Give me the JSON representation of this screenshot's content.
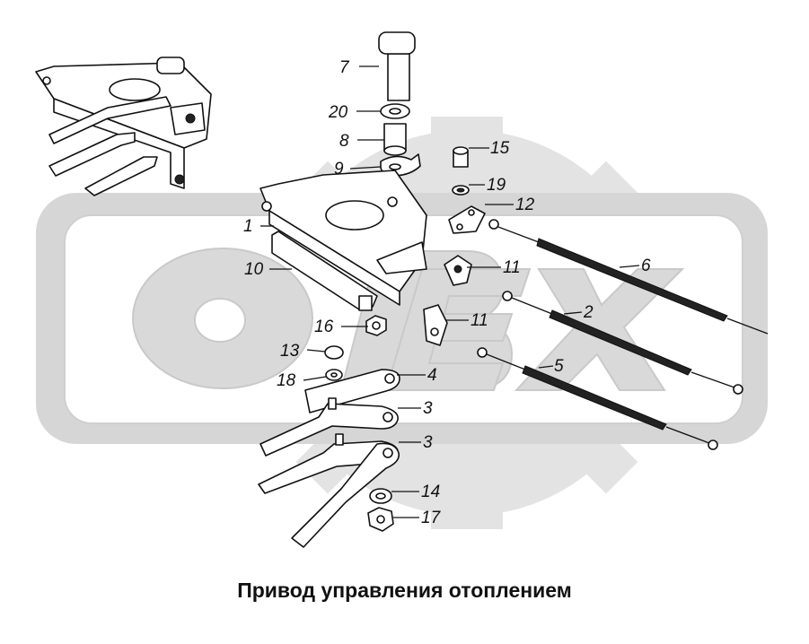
{
  "title": "Привод управления отоплением",
  "watermark": {
    "text": "OBEX",
    "color": "#d9d9d9"
  },
  "callouts": [
    {
      "id": "c7",
      "label": "7"
    },
    {
      "id": "c20",
      "label": "20"
    },
    {
      "id": "c8",
      "label": "8"
    },
    {
      "id": "c9",
      "label": "9"
    },
    {
      "id": "c15",
      "label": "15"
    },
    {
      "id": "c19",
      "label": "19"
    },
    {
      "id": "c12",
      "label": "12"
    },
    {
      "id": "c1",
      "label": "1"
    },
    {
      "id": "c6",
      "label": "6"
    },
    {
      "id": "c10",
      "label": "10"
    },
    {
      "id": "c11a",
      "label": "11"
    },
    {
      "id": "c2",
      "label": "2"
    },
    {
      "id": "c11b",
      "label": "11"
    },
    {
      "id": "c16",
      "label": "16"
    },
    {
      "id": "c5",
      "label": "5"
    },
    {
      "id": "c13",
      "label": "13"
    },
    {
      "id": "c4",
      "label": "4"
    },
    {
      "id": "c18",
      "label": "18"
    },
    {
      "id": "c3a",
      "label": "3"
    },
    {
      "id": "c3b",
      "label": "3"
    },
    {
      "id": "c14",
      "label": "14"
    },
    {
      "id": "c17",
      "label": "17"
    }
  ]
}
